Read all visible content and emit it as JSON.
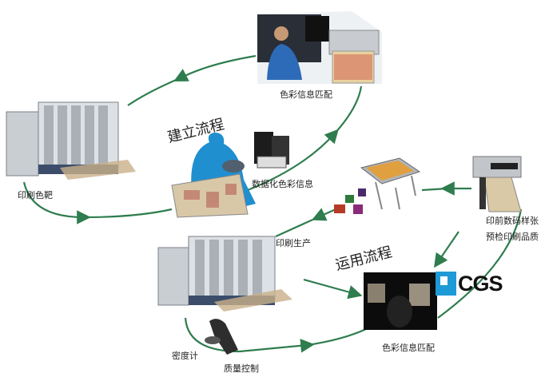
{
  "labels": {
    "color_match_top": "色彩信息匹配",
    "build_process": "建立流程",
    "print_target": "印刷色靶",
    "digitize_color": "数据化色彩信息",
    "print_production": "印刷生产",
    "proof_line1": "印前数码样张",
    "proof_line2": "预检印刷品质",
    "apply_process": "运用流程",
    "color_match_bottom": "色彩信息匹配",
    "densitometer": "密度计",
    "quality_control": "质量控制"
  },
  "logo": {
    "text": "CGS",
    "color": "#1e9ad6"
  },
  "colors": {
    "arrow": "#2f7d4e",
    "silhouette": "#1f8fd0"
  }
}
